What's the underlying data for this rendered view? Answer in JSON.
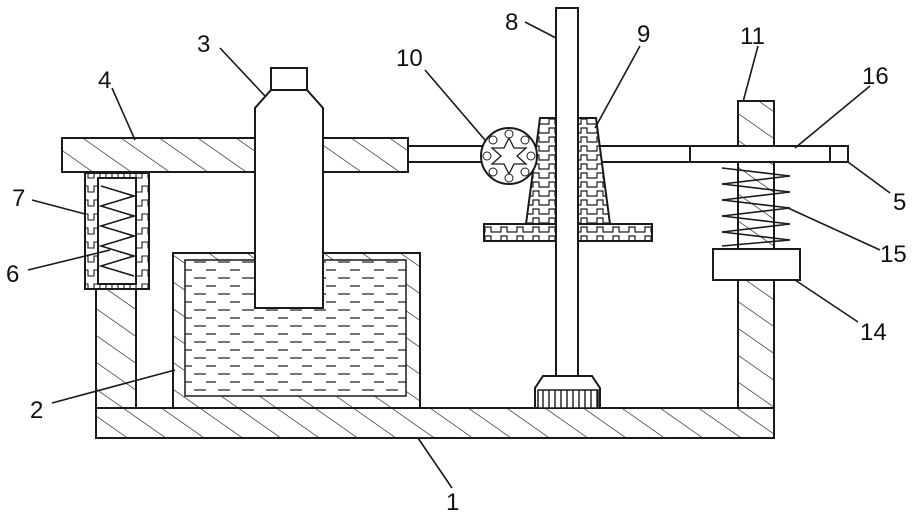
{
  "labels": {
    "l1": "1",
    "l2": "2",
    "l3": "3",
    "l4": "4",
    "l5": "5",
    "l6": "6",
    "l7": "7",
    "l8": "8",
    "l9": "9",
    "l10": "10",
    "l11": "11",
    "l14": "14",
    "l15": "15",
    "l16": "16"
  }
}
